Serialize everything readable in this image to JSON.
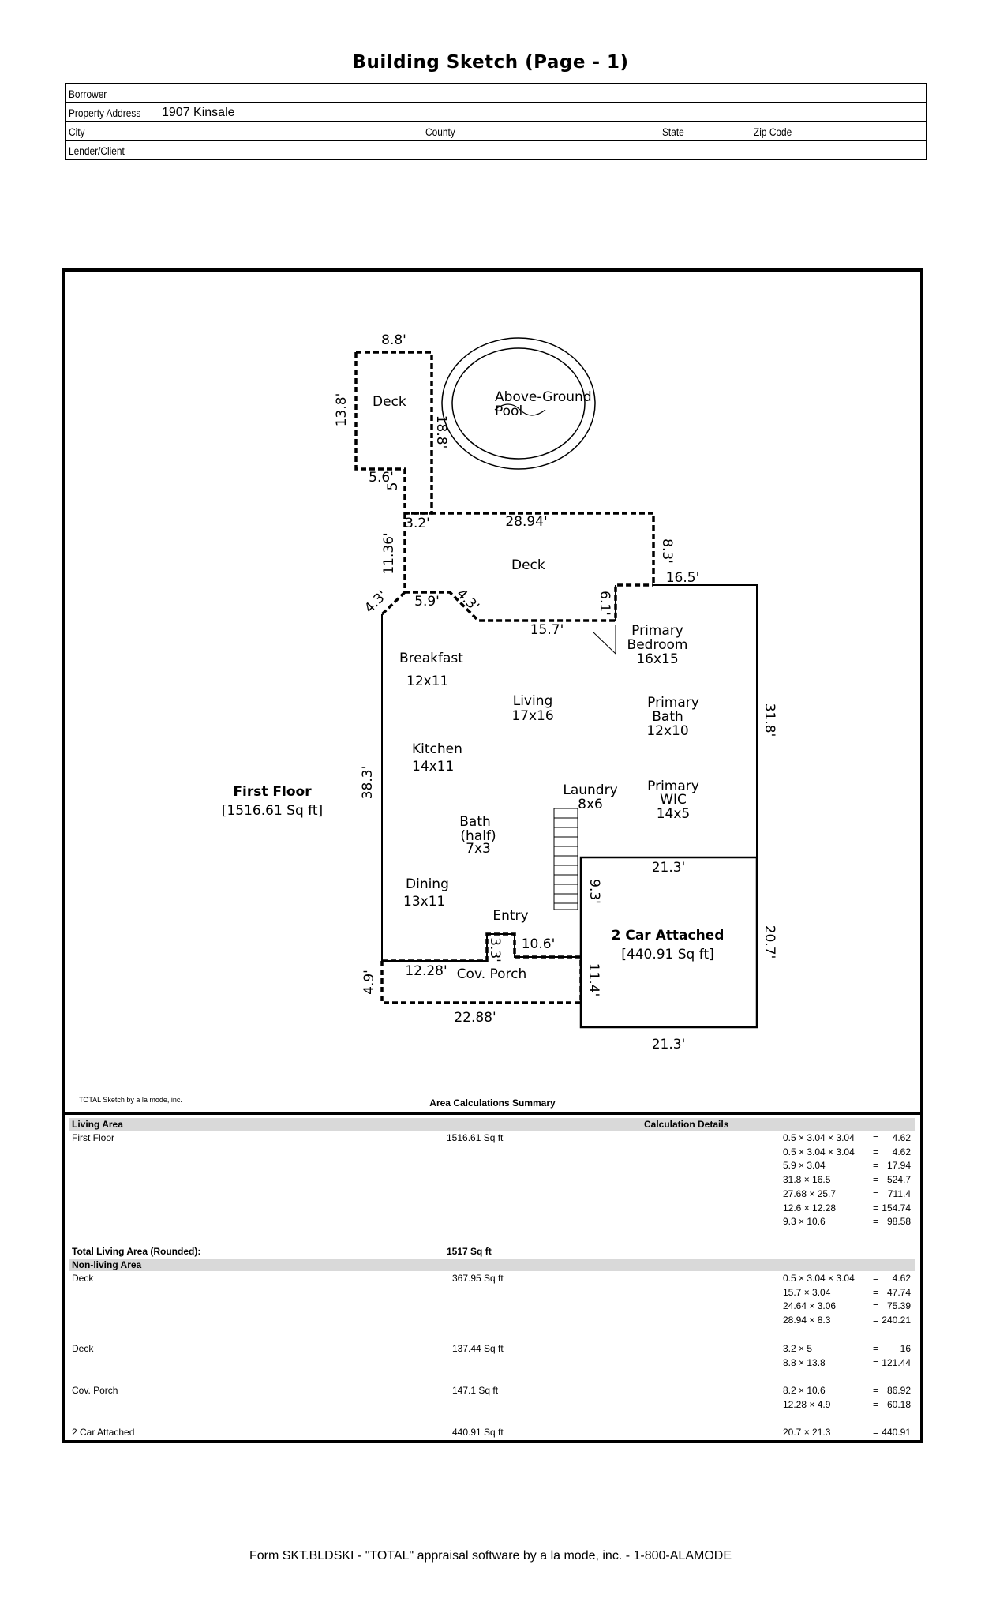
{
  "title": "Building Sketch (Page - 1)",
  "header": {
    "borrower_label": "Borrower",
    "property_address_label": "Property Address",
    "property_address_value": "1907 Kinsale",
    "city_label": "City",
    "county_label": "County",
    "state_label": "State",
    "zip_label": "Zip Code",
    "lender_label": "Lender/Client"
  },
  "sketch": {
    "labels": {
      "deck_top": "Deck",
      "pool_line1": "Above-Ground",
      "pool_line2": "Pool",
      "deck_mid": "Deck",
      "primary_bedroom_1": "Primary",
      "primary_bedroom_2": "Bedroom",
      "primary_bedroom_dim": "16x15",
      "breakfast": "Breakfast",
      "breakfast_dim": "12x11",
      "living": "Living",
      "living_dim": "17x16",
      "primary_bath_1": "Primary",
      "primary_bath_2": "Bath",
      "primary_bath_dim": "12x10",
      "kitchen": "Kitchen",
      "kitchen_dim": "14x11",
      "laundry": "Laundry",
      "laundry_dim": "8x6",
      "primary_wic_1": "Primary",
      "primary_wic_2": "WIC",
      "primary_wic_dim": "14x5",
      "bath_half_1": "Bath",
      "bath_half_2": "(half)",
      "bath_half_dim": "7x3",
      "dining": "Dining",
      "dining_dim": "13x11",
      "entry": "Entry",
      "garage": "2 Car Attached",
      "garage_area": "[440.91 Sq ft]",
      "cov_porch": "Cov. Porch",
      "first_floor": "First Floor",
      "first_floor_area": "[1516.61 Sq ft]"
    },
    "dims": {
      "d_8_8": "8.8'",
      "d_13_8": "13.8'",
      "d_18_8": "18.8'",
      "d_5_6": "5.6'",
      "d_5": "5",
      "d_3_2": "3.2'",
      "d_28_94": "28.94'",
      "d_8_3": "8.3'",
      "d_16_5": "16.5'",
      "d_11_36": "11.36'",
      "d_4_3a": "4.3'",
      "d_5_9": "5.9'",
      "d_4_3b": "4.3'",
      "d_15_7": "15.7'",
      "d_6_1": "6.1'",
      "d_31_8": "31.8'",
      "d_38_3": "38.3'",
      "d_21_3a": "21.3'",
      "d_9_3": "9.3'",
      "d_20_7": "20.7'",
      "d_10_6": "10.6'",
      "d_3_3": "3.3'",
      "d_12_28": "12.28'",
      "d_4_9": "4.9'",
      "d_11_4": "11.4'",
      "d_22_88": "22.88'",
      "d_21_3b": "21.3'"
    }
  },
  "credit": "TOTAL Sketch by a la mode, inc.",
  "summary": {
    "title": "Area Calculations Summary",
    "living_header": "Living Area",
    "calc_header": "Calculation Details",
    "first_floor_label": "First Floor",
    "first_floor_area": "1516.61 Sq ft",
    "first_floor_calcs": [
      {
        "expr": "0.5 × 3.04 × 3.04",
        "eq": "=",
        "result": "4.62"
      },
      {
        "expr": "0.5 × 3.04 × 3.04",
        "eq": "=",
        "result": "4.62"
      },
      {
        "expr": "5.9 × 3.04",
        "eq": "=",
        "result": "17.94"
      },
      {
        "expr": "31.8 × 16.5",
        "eq": "=",
        "result": "524.7"
      },
      {
        "expr": "27.68 × 25.7",
        "eq": "=",
        "result": "711.4"
      },
      {
        "expr": "12.6 × 12.28",
        "eq": "=",
        "result": "154.74"
      },
      {
        "expr": "9.3 × 10.6",
        "eq": "=",
        "result": "98.58"
      }
    ],
    "total_living_label": "Total Living Area (Rounded):",
    "total_living_value": "1517 Sq ft",
    "nonliving_header": "Non-living Area",
    "deck1_label": "Deck",
    "deck1_area": "367.95 Sq ft",
    "deck1_calcs": [
      {
        "expr": "0.5 × 3.04 × 3.04",
        "eq": "=",
        "result": "4.62"
      },
      {
        "expr": "15.7 × 3.04",
        "eq": "=",
        "result": "47.74"
      },
      {
        "expr": "24.64 × 3.06",
        "eq": "=",
        "result": "75.39"
      },
      {
        "expr": "28.94 × 8.3",
        "eq": "=",
        "result": "240.21"
      }
    ],
    "deck2_label": "Deck",
    "deck2_area": "137.44 Sq ft",
    "deck2_calcs": [
      {
        "expr": "3.2 × 5",
        "eq": "=",
        "result": "16"
      },
      {
        "expr": "8.8 × 13.8",
        "eq": "=",
        "result": "121.44"
      }
    ],
    "porch_label": "Cov. Porch",
    "porch_area": "147.1 Sq ft",
    "porch_calcs": [
      {
        "expr": "8.2 × 10.6",
        "eq": "=",
        "result": "86.92"
      },
      {
        "expr": "12.28 × 4.9",
        "eq": "=",
        "result": "60.18"
      }
    ],
    "garage_label": "2 Car Attached",
    "garage_area": "440.91 Sq ft",
    "garage_calcs": [
      {
        "expr": "20.7 × 21.3",
        "eq": "=",
        "result": "440.91"
      }
    ]
  },
  "footer": "Form SKT.BLDSKI - \"TOTAL\" appraisal software by a la mode, inc. - 1-800-ALAMODE"
}
